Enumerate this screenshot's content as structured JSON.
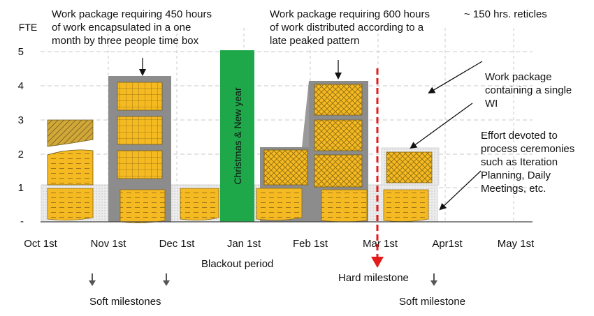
{
  "axis": {
    "y_title": "FTE",
    "y_ticks": [
      "1",
      "2",
      "3",
      "4",
      "5"
    ],
    "y_zero_mark": "-",
    "x_ticks": [
      "Oct 1st",
      "Nov 1st",
      "Dec 1st",
      "Jan 1st",
      "Feb 1st",
      "Mar 1st",
      "Apr1st",
      "May 1st"
    ]
  },
  "annotations": {
    "wp450": "Work package requiring 450 hours of work encapsulated in a one month by three people time box",
    "wp600": "Work package requiring 600 hours of work distributed according to a late peaked pattern",
    "reticles": "~ 150 hrs. reticles",
    "single_wi": "Work package containing a single WI",
    "ceremonies": "Effort devoted to process ceremonies such as Iteration Planning, Daily Meetings, etc."
  },
  "blackout": {
    "bar_label": "Christmas & New year",
    "caption": "Blackout period",
    "fte": 5
  },
  "milestones": {
    "hard": "Hard milestone",
    "soft_plural": "Soft milestones",
    "soft_single": "Soft milestone"
  },
  "colors": {
    "reticle_fill": "#f5b921",
    "reticle_fill_dark": "#c9a23a",
    "package_gray": "#8a8a8a",
    "ceremony_gray": "#d9d9d9",
    "blackout_green": "#1fa84a",
    "hard_milestone": "#e31b1b"
  }
}
